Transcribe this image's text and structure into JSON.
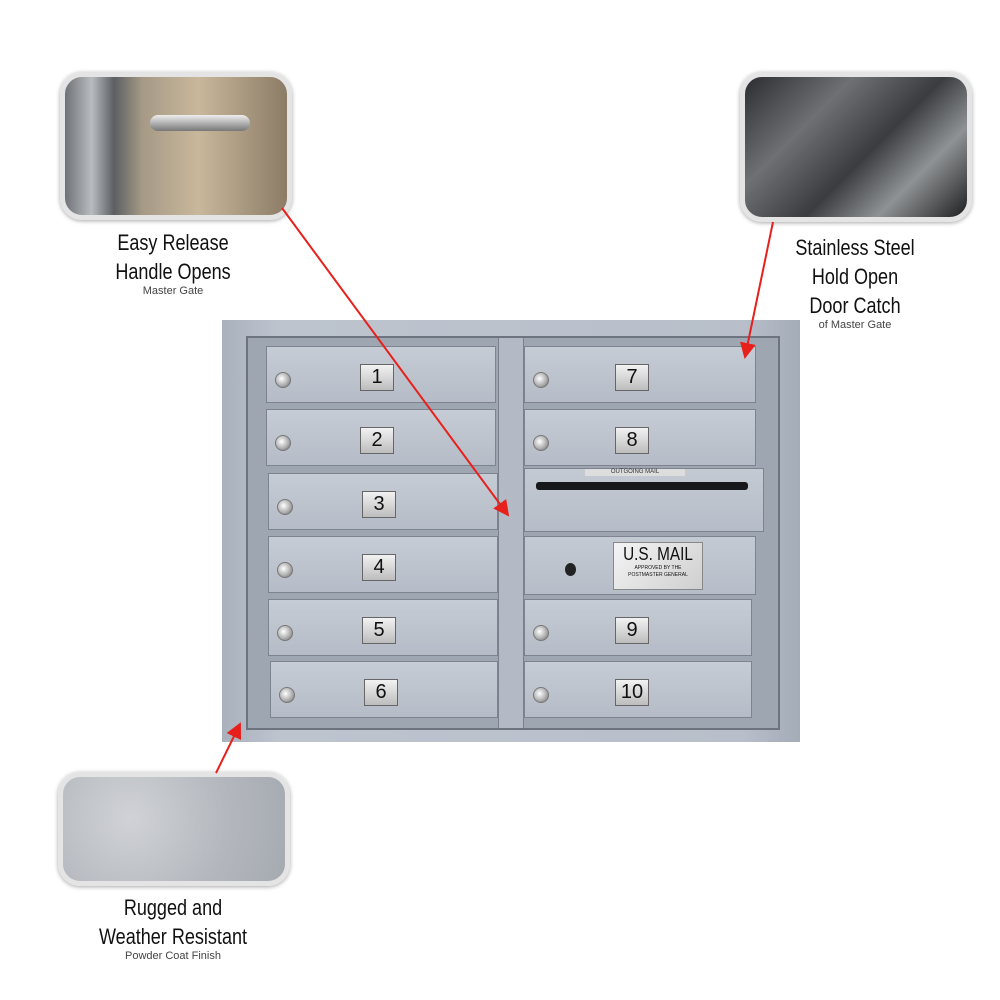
{
  "callouts": [
    {
      "title_lines": [
        "Easy Release",
        "Handle Opens"
      ],
      "subtitle": "Master Gate",
      "image": "handle-photo"
    },
    {
      "title_lines": [
        "Stainless Steel",
        "Hold Open",
        "Door Catch"
      ],
      "subtitle": "of Master Gate",
      "image": "door-catch-photo"
    },
    {
      "title_lines": [
        "Rugged and",
        "Weather Resistant"
      ],
      "subtitle": "Powder Coat Finish",
      "image": "powder-coat-photo"
    }
  ],
  "mailbox": {
    "left_doors": [
      "1",
      "2",
      "3",
      "4",
      "5",
      "6"
    ],
    "right_doors_top": [
      "7",
      "8"
    ],
    "right_doors_bottom": [
      "9",
      "10"
    ],
    "outgoing_label": "OUTGOING MAIL",
    "plate_title": "U.S. MAIL",
    "plate_sub_1": "APPROVED BY THE",
    "plate_sub_2": "POSTMASTER GENERAL"
  },
  "colors": {
    "arrow": "#e8201c",
    "body": "#b8bfca"
  }
}
